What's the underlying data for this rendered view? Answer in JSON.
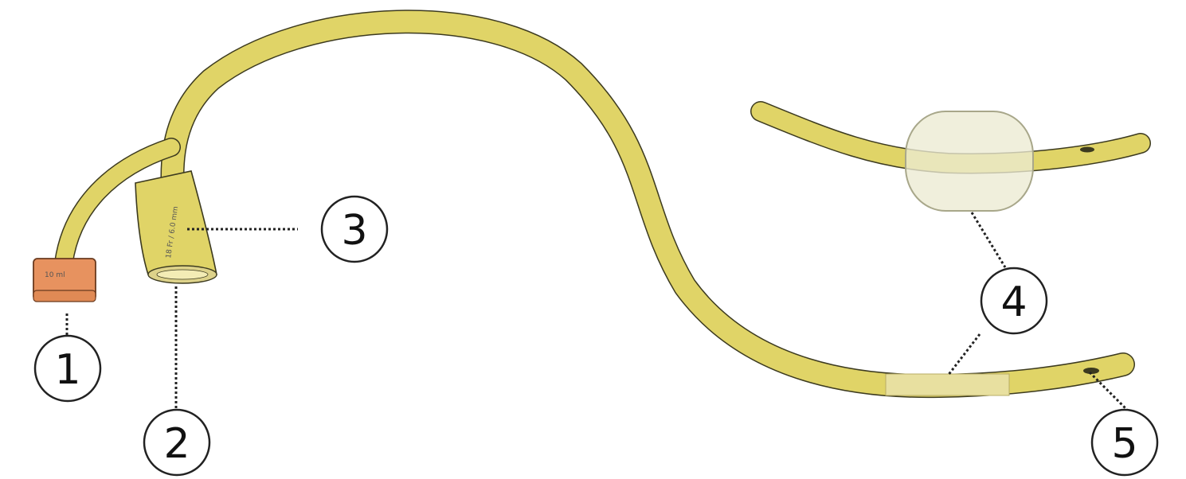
{
  "callouts": [
    {
      "id": "1",
      "label": "1"
    },
    {
      "id": "2",
      "label": "2"
    },
    {
      "id": "3",
      "label": "3"
    },
    {
      "id": "4",
      "label": "4"
    },
    {
      "id": "5",
      "label": "5"
    }
  ],
  "markings": {
    "valve_text": "10 ml",
    "shaft_text": "18 Fr / 6.0 mm"
  },
  "colors": {
    "tube": "#e0d467",
    "tube_outline": "#3c3a1f",
    "valve": "#e7925f",
    "balloon": "#ecebd2",
    "background": "#ffffff"
  }
}
